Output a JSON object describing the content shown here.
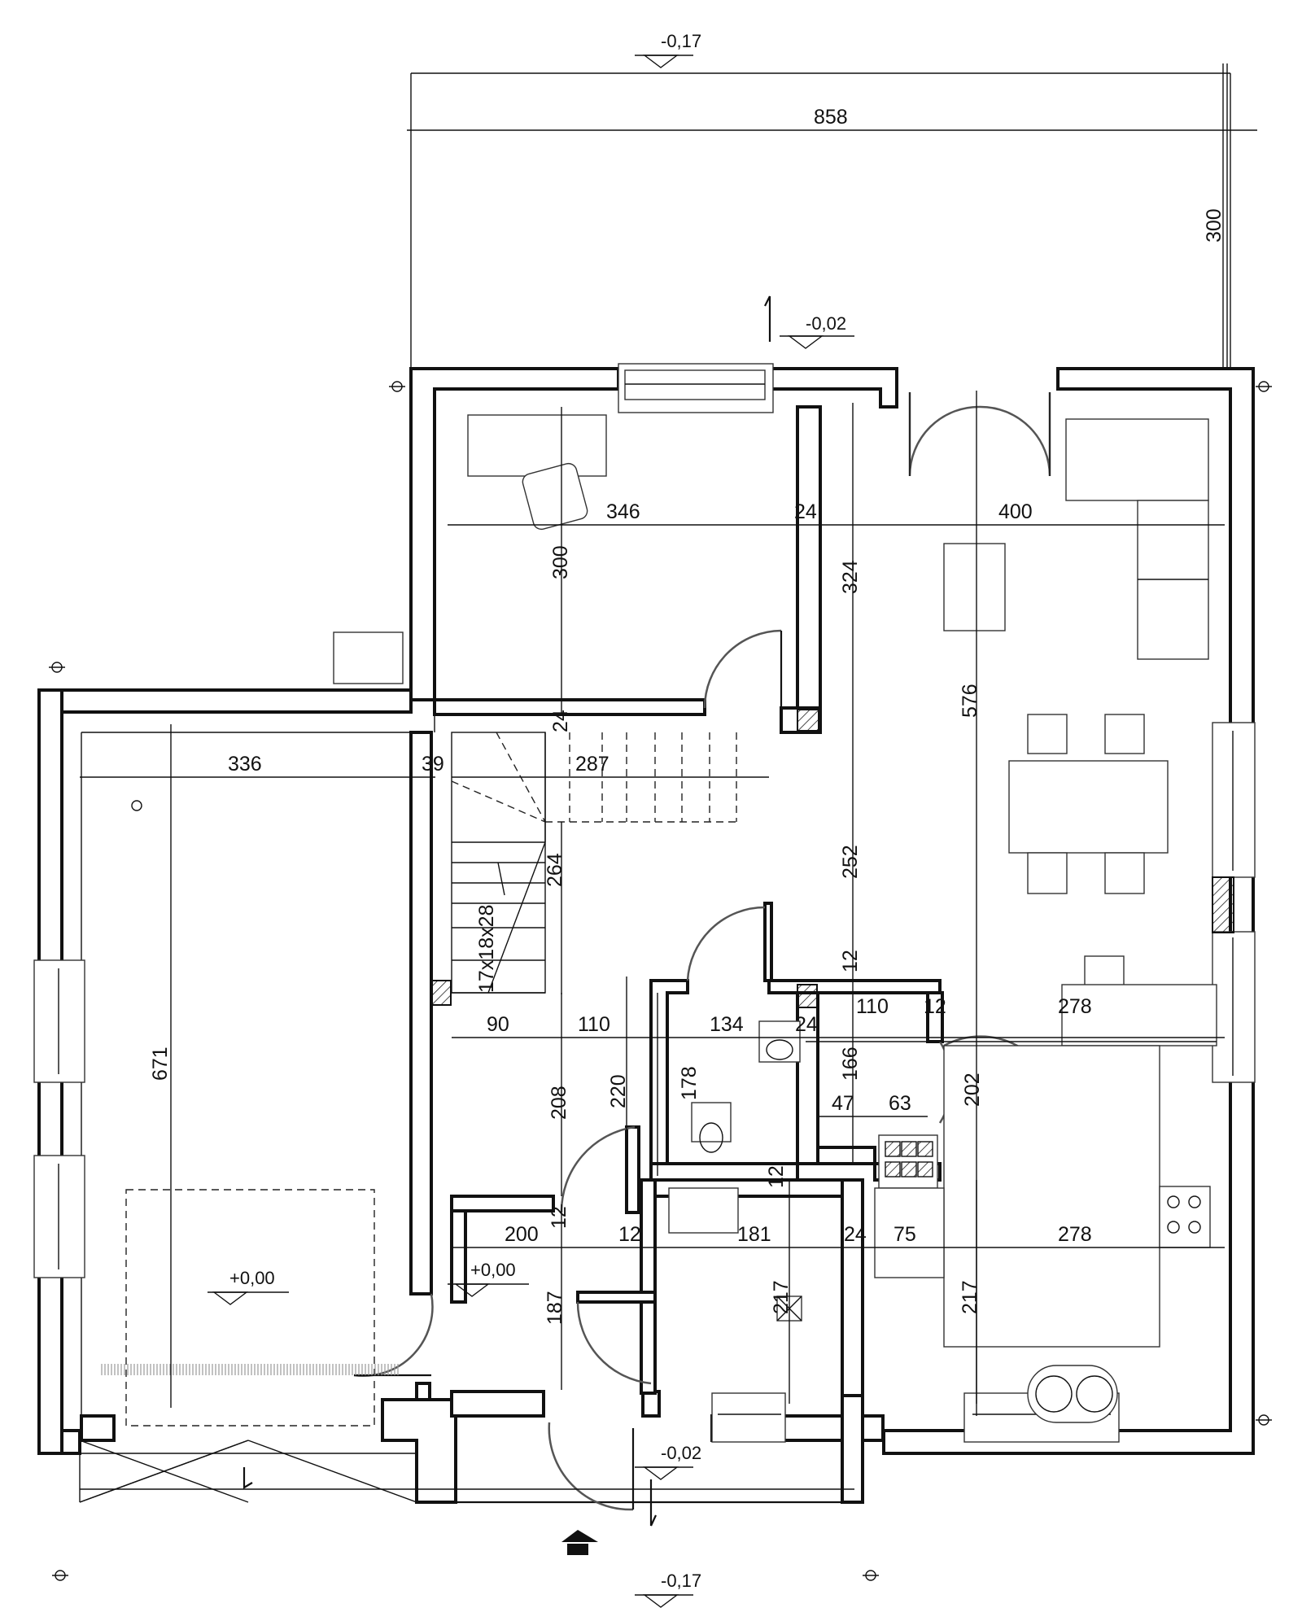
{
  "levels": {
    "top_outer": "-0,17",
    "terrace": "-0,02",
    "garage_floor": "+0,00",
    "hall_floor": "+0,00",
    "entrance": "-0,02",
    "bottom_outer": "-0,17"
  },
  "dimensions": {
    "terrace_width": "858",
    "terrace_depth": "300",
    "office_width": "346",
    "office_wall": "24",
    "living_width": "400",
    "office_depth": "300",
    "living_upper": "324",
    "living_depth": "576",
    "stair_wall": "24",
    "garage_width": "336",
    "garage_wall": "39",
    "stair_width": "287",
    "stair_length": "264",
    "living_lower": "252",
    "stairs_spec": "17x18x28",
    "lobby_width": "90",
    "closet_width": "110",
    "wc_width": "134",
    "wc_wall": "24",
    "pantry_width": "110",
    "pantry_wall": "12",
    "kitchen_upper": "278",
    "wall_12_vertical": "12",
    "garage_depth": "671",
    "closet_depth": "208",
    "hall_height": "220",
    "wc_depth": "178",
    "pantry_depth": "166",
    "pantry_a": "47",
    "pantry_b": "63",
    "kitchen_depth": "202",
    "wc_wall_bottom": "12",
    "hall_wall_12": "12",
    "hall_width": "200",
    "hall_wall2": "12",
    "bath_width": "181",
    "bath_wall": "24",
    "kitchen_a": "75",
    "kitchen_b": "278",
    "hall_depth": "187",
    "bath_depth": "217",
    "kitchen_lower": "217"
  }
}
